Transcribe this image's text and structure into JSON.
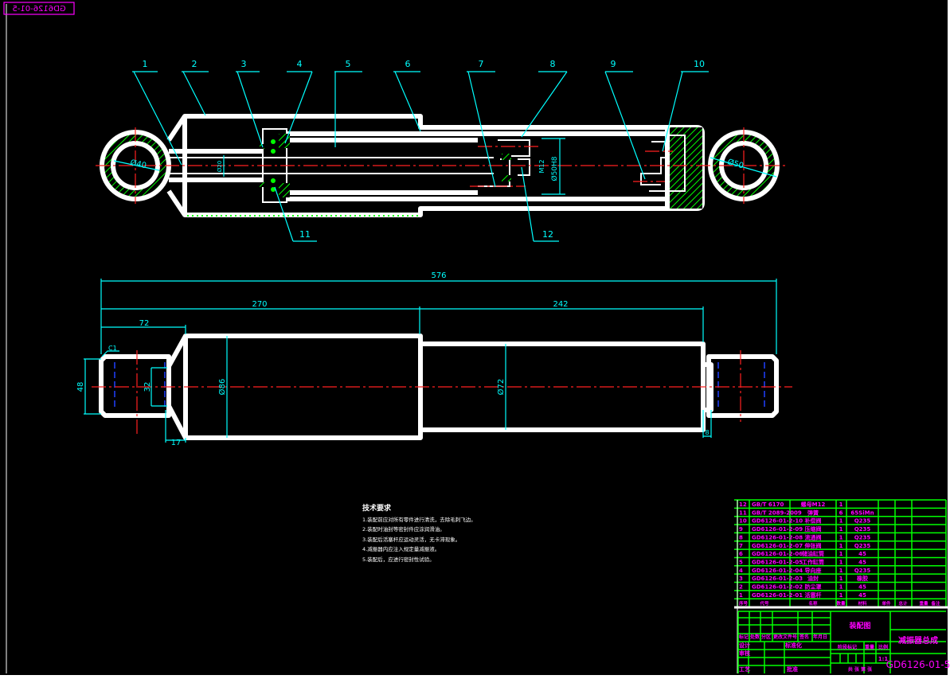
{
  "drawing_number_mirrored": "GD6126-01-5",
  "colors": {
    "background": "#000000",
    "outline": "#ffffff",
    "dimension": "#00ffff",
    "centerline": "#ff2020",
    "hatch": "#00ff00",
    "table_text": "#ff00ff",
    "table_lines": "#00ff00"
  },
  "balloons": [
    "1",
    "2",
    "3",
    "4",
    "5",
    "6",
    "7",
    "8",
    "9",
    "10",
    "11",
    "12"
  ],
  "section_dims": {
    "left_eye": "Ø40",
    "right_eye": "Ø50",
    "bore": "Ø50H8",
    "thread": "M12",
    "rod": "Ø20"
  },
  "outline_dims": {
    "overall": "576",
    "body": "270",
    "tube": "242",
    "end": "72",
    "end_dia": "48",
    "inner_dia": "32",
    "body_dia": "Ø86",
    "tube_dia": "Ø72",
    "cone": "17",
    "step": "8",
    "chamfer": "C1"
  },
  "tech_requirements": {
    "title": "技术要求",
    "items": [
      "1.装配前应对所有零件进行清洗，去除毛刺飞边。",
      "2.装配时油封等密封件应涂润滑油。",
      "3.装配后活塞杆应运动灵活，无卡滞现象。",
      "4.减振器内应注入规定量减振液。",
      "5.装配后，应进行密封性试验。"
    ]
  },
  "bom": [
    {
      "no": "12",
      "code": "GB/T 6170",
      "name": "螺母M12",
      "qty": "1",
      "material": ""
    },
    {
      "no": "11",
      "code": "GB/T 2089-2009",
      "name": "弹簧",
      "qty": "6",
      "material": "65SiMn"
    },
    {
      "no": "10",
      "code": "GD6126-01-2-10",
      "name": "补偿阀",
      "qty": "1",
      "material": "Q235"
    },
    {
      "no": "9",
      "code": "GD6126-01-2-09",
      "name": "压缩阀",
      "qty": "1",
      "material": "Q235"
    },
    {
      "no": "8",
      "code": "GD6126-01-2-08",
      "name": "流通阀",
      "qty": "1",
      "material": "Q235"
    },
    {
      "no": "7",
      "code": "GD6126-01-2-07",
      "name": "伸张阀",
      "qty": "1",
      "material": "Q235"
    },
    {
      "no": "6",
      "code": "GD6126-01-2-06",
      "name": "储油缸筒",
      "qty": "1",
      "material": "45"
    },
    {
      "no": "5",
      "code": "GD6126-01-2-05",
      "name": "工作缸筒",
      "qty": "1",
      "material": "45"
    },
    {
      "no": "4",
      "code": "GD6126-01-2-04",
      "name": "导向座",
      "qty": "1",
      "material": "Q235"
    },
    {
      "no": "3",
      "code": "GD6126-01-2-03",
      "name": "油封",
      "qty": "1",
      "material": "橡胶"
    },
    {
      "no": "2",
      "code": "GD6126-01-2-02",
      "name": "防尘罩",
      "qty": "1",
      "material": "45"
    },
    {
      "no": "1",
      "code": "GD6126-01-2-01",
      "name": "活塞杆",
      "qty": "1",
      "material": "45"
    }
  ],
  "bom_header": [
    "序号",
    "代号",
    "名称",
    "数量",
    "材料",
    "单件",
    "总计",
    "重量",
    "备注"
  ],
  "title_block": {
    "rev_headers": [
      "标记",
      "处数",
      "分区",
      "更改文件号",
      "签名",
      "年月日"
    ],
    "roles": [
      "设计",
      "审核",
      "工艺"
    ],
    "standardization": "标准化",
    "approve": "批准",
    "drawing_type": "装配图",
    "stage_mark": "阶段标记",
    "weight": "重量",
    "scale_label": "比例",
    "scale": "1:1",
    "sheets": "共  张  第  张",
    "title": "减振器总成",
    "drawing_number": "GD6126-01-5"
  }
}
